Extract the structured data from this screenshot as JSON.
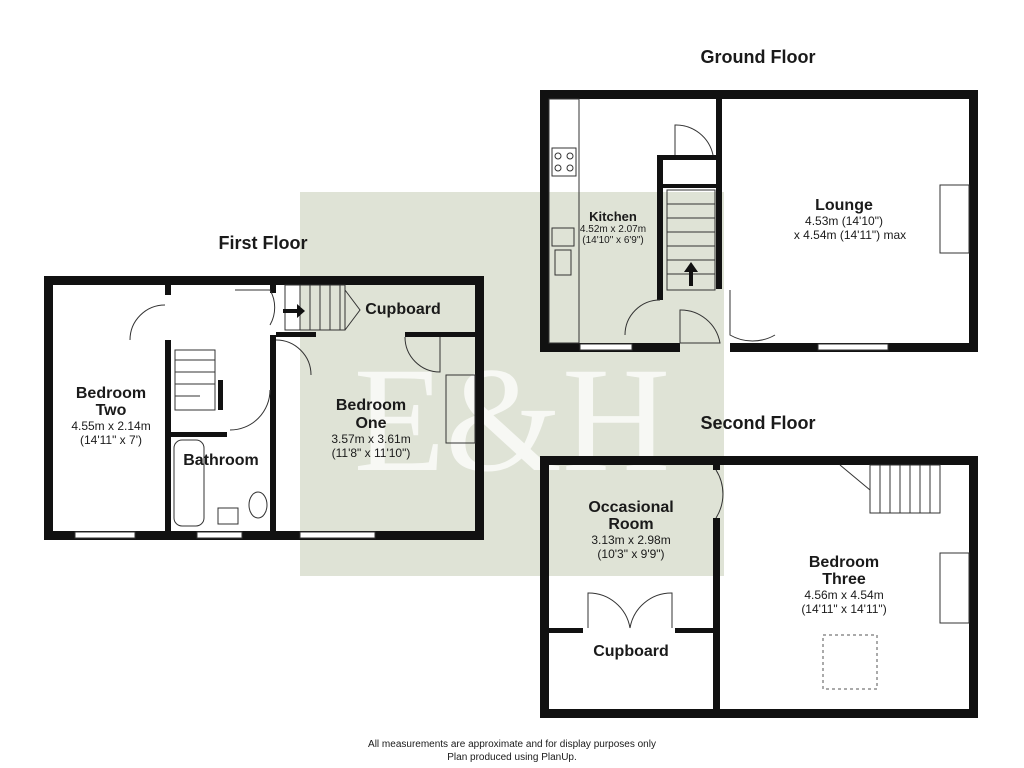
{
  "floors": {
    "ground": {
      "title": "Ground Floor"
    },
    "first": {
      "title": "First Floor"
    },
    "second": {
      "title": "Second Floor"
    }
  },
  "rooms": {
    "kitchen": {
      "name": "Kitchen",
      "dim1": "4.52m x 2.07m",
      "dim2": "(14'10\" x 6'9\")"
    },
    "lounge": {
      "name": "Lounge",
      "dim1": "4.53m (14'10\")",
      "dim2": "x 4.54m (14'11\") max"
    },
    "bedroom_two": {
      "name1": "Bedroom",
      "name2": "Two",
      "dim1": "4.55m x 2.14m",
      "dim2": "(14'11\" x 7')"
    },
    "bathroom": {
      "name": "Bathroom"
    },
    "bedroom_one": {
      "name1": "Bedroom",
      "name2": "One",
      "dim1": "3.57m x 3.61m",
      "dim2": "(11'8\" x 11'10\")"
    },
    "cupboard_first": {
      "name": "Cupboard"
    },
    "occasional_room": {
      "name1": "Occasional",
      "name2": "Room",
      "dim1": "3.13m x 2.98m",
      "dim2": "(10'3\" x 9'9\")"
    },
    "cupboard_second": {
      "name": "Cupboard"
    },
    "bedroom_three": {
      "name1": "Bedroom",
      "name2": "Three",
      "dim1": "4.56m x 4.54m",
      "dim2": "(14'11\" x 14'11\")"
    }
  },
  "watermark": {
    "text": "E&H",
    "bg_color": "#dfe3d6"
  },
  "footer": {
    "line1": "All measurements are approximate and for display purposes only",
    "line2": "Plan produced using PlanUp."
  }
}
